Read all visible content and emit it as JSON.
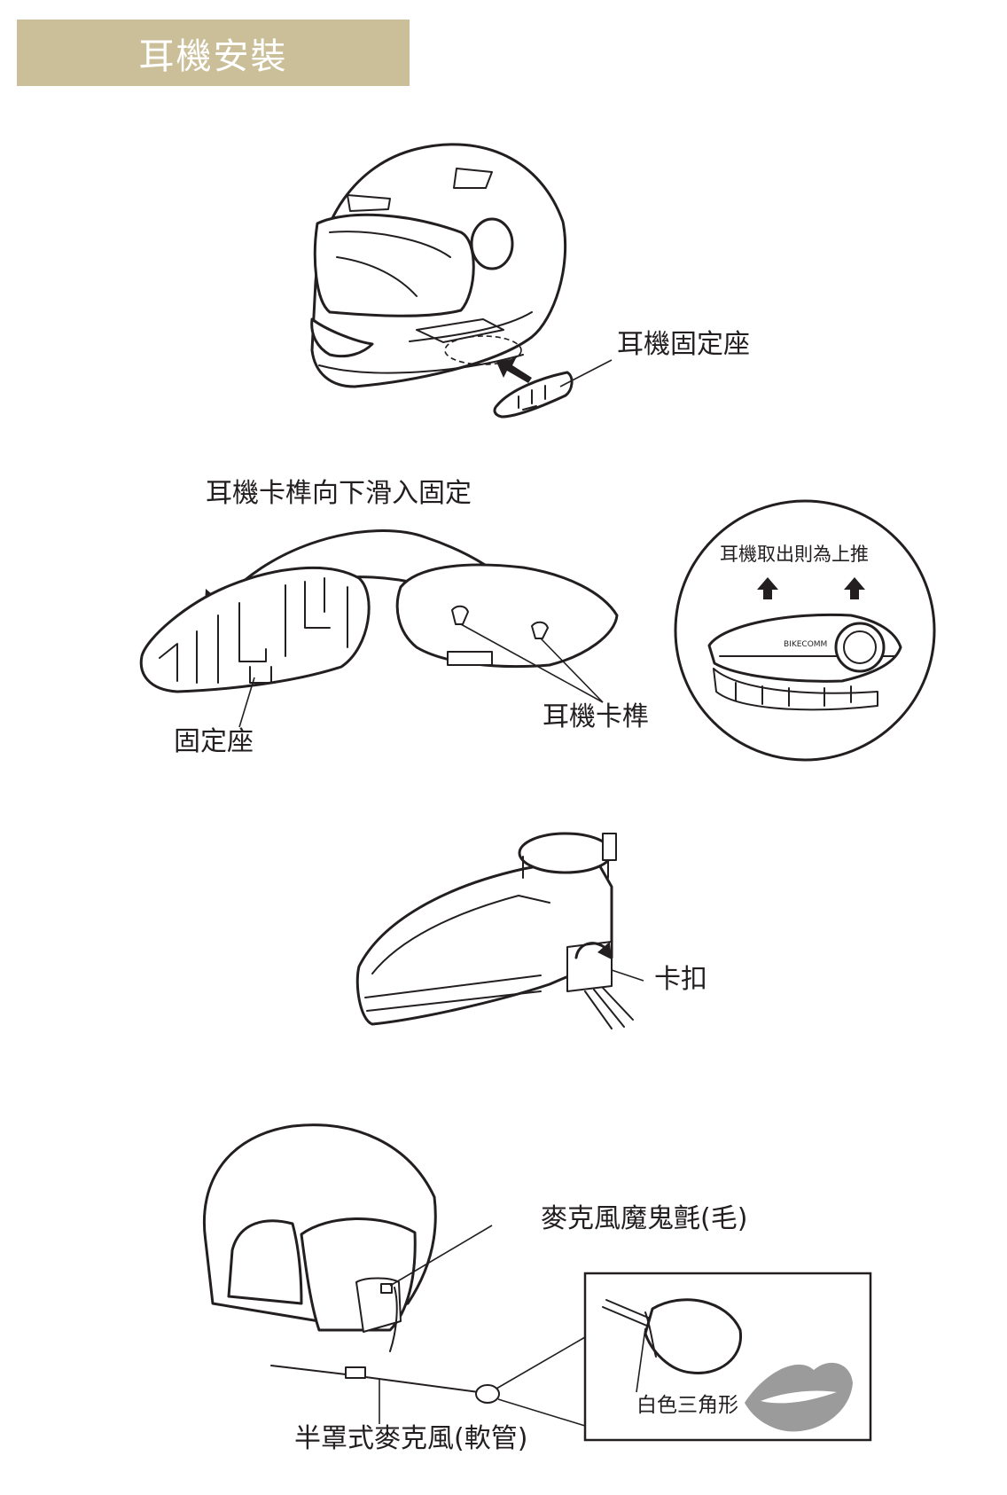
{
  "header": {
    "title": "耳機安裝",
    "accent_color": "#cbbf9a"
  },
  "section1": {
    "mount_label": "耳機固定座"
  },
  "section2": {
    "instruction": "耳機卡榫向下滑入固定",
    "base_label": "固定座",
    "latch_label": "耳機卡榫",
    "inset_note": "耳機取出則為上推",
    "brand_text": "BIKECOMM"
  },
  "section3": {
    "clip_label": "卡扣"
  },
  "section4": {
    "velcro_label": "麥克風魔鬼氈(毛)",
    "mic_label": "半罩式麥克風(軟管)",
    "triangle_label": "白色三角形",
    "lips_color": "#9b9b9b"
  },
  "icons": [
    "up-arrow-icon",
    "rotate-arrow-icon",
    "lips-icon"
  ]
}
